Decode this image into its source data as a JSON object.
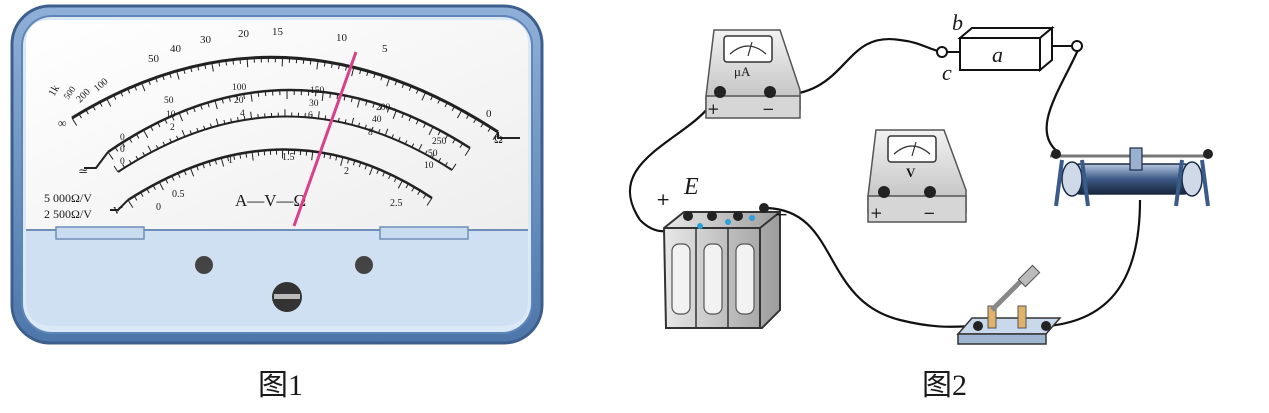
{
  "figure1": {
    "caption": "图1",
    "ohm_scale_labels": [
      "1k",
      "500",
      "200",
      "100",
      "50",
      "40",
      "30",
      "20",
      "15",
      "10",
      "5",
      "0"
    ],
    "infinity_label": "∞",
    "ohm_unit": "Ω",
    "dc_scale_labels_top": [
      "0",
      "50",
      "100",
      "150",
      "200",
      "250"
    ],
    "dc_scale_labels_mid": [
      "0",
      "10",
      "20",
      "30",
      "40",
      "50"
    ],
    "dc_scale_labels_low": [
      "0",
      "2",
      "4",
      "6",
      "8",
      "10"
    ],
    "ac_scale_labels": [
      "0",
      "0.5",
      "1",
      "1.5",
      "2",
      "2.5"
    ],
    "dc_symbol": "≃",
    "ac_symbol": "V͂",
    "sensitivity_1": "5 000Ω/V",
    "sensitivity_2": "2 500Ω/V",
    "center_label": "A—V—Ω"
  },
  "figure2": {
    "caption": "图2",
    "microammeter_label": "μA",
    "voltmeter_label": "V",
    "plus": "+",
    "minus": "−",
    "battery_label": "E",
    "resistor_label": "a",
    "terminal_b": "b",
    "terminal_c": "c"
  },
  "colors": {
    "meter_body": "#5f86b8",
    "meter_face": "#f7f7f7",
    "meter_bottom": "#cfe0f2",
    "needle": "#d9418a",
    "wire": "#111111"
  }
}
